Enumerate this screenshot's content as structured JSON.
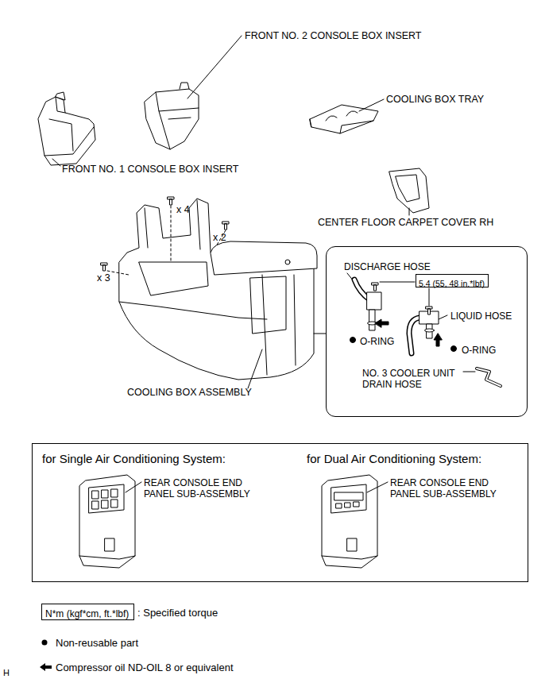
{
  "diagram": {
    "nodes": [
      {
        "text": [
          "DISCHARGE HOSE",
          "LIQUID HOSE",
          "O-RING",
          "O-RING",
          "NO. 3 COOLER UNIT DRAIN HOSE"
        ]
      },
      {
        "text": [
          "5.4 (55, 48 in.*lbf)"
        ],
        "in": 0
      },
      {
        "text": [
          "for Single Air Conditioning System:",
          "REAR CONSOLE END PANEL SUB-ASSEMBLY",
          "for Dual Air Conditioning System:",
          "REAR CONSOLE END PANEL SUB-ASSEMBLY"
        ]
      },
      {
        "text": [
          "N*m (kgf*cm, ft.*lbf)"
        ]
      }
    ],
    "labels": [
      "FRONT NO. 2 CONSOLE BOX INSERT",
      "COOLING BOX TRAY",
      "FRONT NO. 1 CONSOLE BOX INSERT",
      "CENTER FLOOR CARPET COVER RH",
      "x 4",
      "x 2",
      "x 3",
      "COOLING BOX ASSEMBLY",
      "H"
    ],
    "legend": [
      {
        "text": ": Specified torque"
      },
      {
        "text": "Non-reusable part"
      },
      {
        "text": "Compressor oil ND-OIL 8 or equivalent"
      }
    ]
  }
}
